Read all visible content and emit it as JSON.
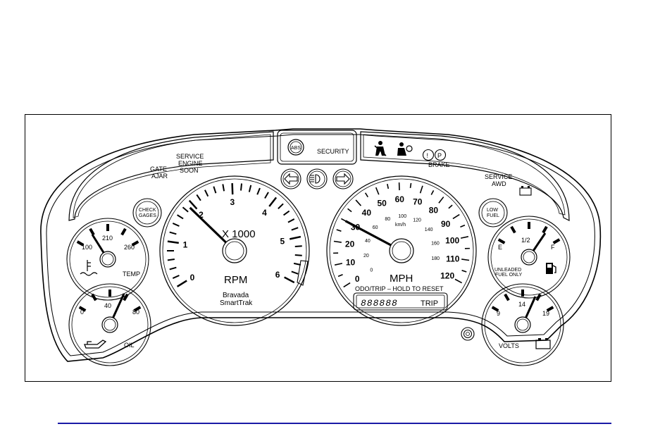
{
  "colors": {
    "line": "#000000",
    "accent_rule": "#1a1aa6",
    "background": "#ffffff"
  },
  "indicators": {
    "gate_ajar": [
      "GATE",
      "AJAR"
    ],
    "service_engine": [
      "SERVICE",
      "ENGINE",
      "SOON"
    ],
    "abs": "ABS",
    "security": "SECURITY",
    "brake": "BRAKE",
    "brake_symbols": [
      "!",
      "P"
    ],
    "service_awd": [
      "SERVICE",
      "AWD"
    ],
    "check_gages": [
      "CHECK",
      "GAGES"
    ],
    "low_fuel": [
      "LOW",
      "FUEL"
    ],
    "icons": [
      "seatbelt-icon",
      "airbag-icon",
      "turn-left-arrow-icon",
      "high-beam-icon",
      "turn-right-arrow-icon",
      "battery-icon"
    ]
  },
  "temp_gauge": {
    "label": "TEMP",
    "ticks": [
      "100",
      "210",
      "260"
    ],
    "icon": "coolant-temp-icon"
  },
  "oil_gauge": {
    "label": "OIL",
    "ticks": [
      "0",
      "40",
      "80"
    ],
    "icon": "oil-can-icon"
  },
  "tachometer": {
    "ticks": [
      "0",
      "1",
      "2",
      "3",
      "4",
      "5",
      "6"
    ],
    "unit": "X 1000",
    "label": "RPM",
    "brand": [
      "Bravada",
      "SmartTrak"
    ],
    "needle_value": 1.9
  },
  "speedometer": {
    "mph_ticks": [
      "0",
      "10",
      "20",
      "30",
      "40",
      "50",
      "60",
      "70",
      "80",
      "90",
      "100",
      "110",
      "120"
    ],
    "kmh_ticks": [
      "0",
      "20",
      "40",
      "60",
      "80",
      "100",
      "120",
      "140",
      "160",
      "180"
    ],
    "kmh_unit": "km/h",
    "label": "MPH",
    "odo_caption": "ODO/TRIP – HOLD TO RESET",
    "odo_digits": "888888",
    "odo_mode": "TRIP",
    "needle_value": 30
  },
  "fuel_gauge": {
    "ticks": [
      "E",
      "1/2",
      "F"
    ],
    "note": [
      "UNLEADED",
      "FUEL ONLY"
    ],
    "icon": "fuel-pump-icon"
  },
  "volts_gauge": {
    "label": "VOLTS",
    "ticks": [
      "9",
      "14",
      "19"
    ],
    "icon": "battery-icon"
  }
}
